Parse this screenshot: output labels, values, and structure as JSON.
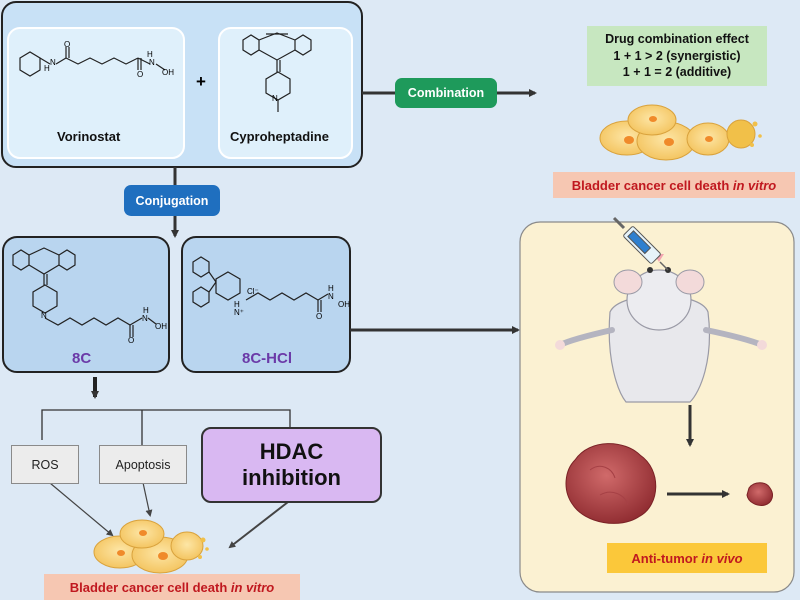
{
  "compounds": {
    "vorinostat": "Vorinostat",
    "cyproheptadine": "Cyproheptadine",
    "plus_sign": "+",
    "c8": "8C",
    "c8_hcl": "8C-HCl"
  },
  "chem_text": {
    "h": "H",
    "n": "N",
    "oh": "OH",
    "o": "O",
    "cl_minus": "Cl⁻",
    "n_plus": "N⁺"
  },
  "steps": {
    "combination": "Combination",
    "conjugation": "Conjugation"
  },
  "combination_effect": {
    "title": "Drug combination effect",
    "line1": "1 + 1 > 2 (synergistic)",
    "line2": "1 + 1 = 2 (additive)"
  },
  "mechanisms": {
    "ros": "ROS",
    "apoptosis": "Apoptosis",
    "hdac_line1": "HDAC",
    "hdac_line2": "inhibition"
  },
  "outcomes": {
    "in_vitro_prefix": "Bladder cancer cell death ",
    "in_vitro_emphasis": "in vitro",
    "in_vivo_prefix": "Anti-tumor ",
    "in_vivo_emphasis": "in vivo"
  },
  "colors": {
    "background": "#dde9f5",
    "drug_box": "#c8e1f6",
    "conjugate_box": "#b9d5ef",
    "combination_pill": "#1e9a5b",
    "conjugation_pill": "#1f6fbf",
    "hdac_box": "#d9b8f2",
    "in_vivo_panel": "#fbf1d2",
    "result_red": "#c0181f"
  }
}
